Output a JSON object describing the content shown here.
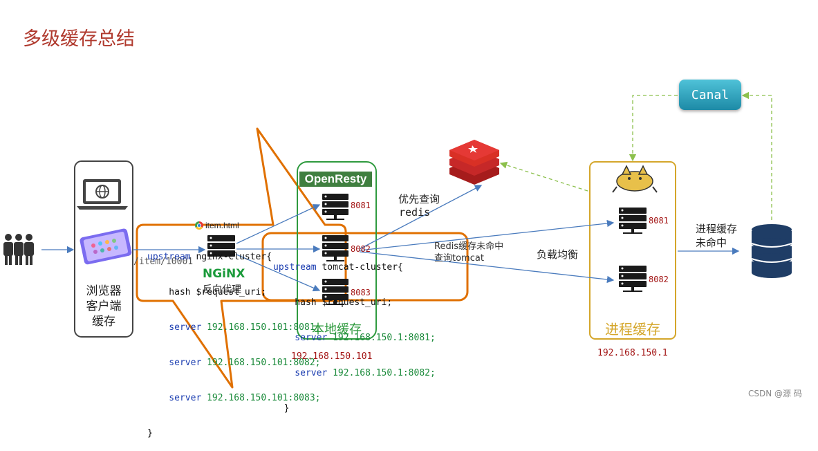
{
  "title": "多级缓存总结",
  "browser": {
    "line1": "浏览器",
    "line2": "客户端",
    "line3": "缓存",
    "path_label": "/item/10001",
    "file_label": "item.html"
  },
  "nginx": {
    "logo": "NGiNX",
    "label": "反向代理",
    "code": {
      "l1_kw": "upstream",
      "l1_rest": " nginx-cluster{",
      "l2": "    hash $request_uri;",
      "l3_kw": "    server",
      "l3_ip": " 192.168.150.101:8081;",
      "l4_kw": "    server",
      "l4_ip": " 192.168.150.101:8082;",
      "l5_kw": "    server",
      "l5_ip": " 192.168.150.101:8083;",
      "l6": "}"
    }
  },
  "openresty": {
    "logo": "OpenResty",
    "ports": [
      "8081",
      "8082",
      "8083"
    ],
    "label": "本地缓存",
    "ip": "192.168.150.101",
    "code": {
      "l1_kw": "upstream",
      "l1_rest": " tomcat-cluster{",
      "l2": "    hash $request_uri;",
      "l3_kw": "    server",
      "l3_ip": " 192.168.150.1:8081;",
      "l4_kw": "    server",
      "l4_ip": " 192.168.150.1:8082;",
      "l5": "  }"
    }
  },
  "redis": {
    "query_cn": "优先查询",
    "query_en": "redis",
    "miss_line1": "Redis缓存未命中",
    "miss_line2": "查询tomcat"
  },
  "tomcat": {
    "balance": "负载均衡",
    "ports": [
      "8081",
      "8082"
    ],
    "label": "进程缓存",
    "ip": "192.168.150.1",
    "miss_line1": "进程缓存",
    "miss_line2": "未命中"
  },
  "canal": {
    "label": "Canal"
  },
  "watermark": "CSDN @源  码",
  "colors": {
    "title": "#b03a2e",
    "orange": "#e07000",
    "green": "#2e9a3e",
    "gold": "#d4a62a",
    "blue_arrow": "#4a7bbd",
    "dashed_green": "#8cc04c",
    "db_blue": "#1f3d66"
  }
}
